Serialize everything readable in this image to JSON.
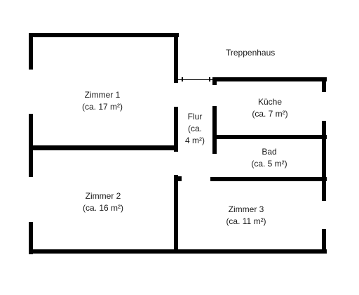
{
  "stairwell": {
    "label": "Treppenhaus"
  },
  "rooms": {
    "zimmer1": {
      "name": "Zimmer 1",
      "area": "(ca. 17 m²)"
    },
    "flur": {
      "name": "Flur",
      "area_line1": "(ca.",
      "area_line2": "4 m²)"
    },
    "kueche": {
      "name": "Küche",
      "area": "(ca. 7 m²)"
    },
    "bad": {
      "name": "Bad",
      "area": "(ca. 5 m²)"
    },
    "zimmer2": {
      "name": "Zimmer 2",
      "area": "(ca. 16 m²)"
    },
    "zimmer3": {
      "name": "Zimmer 3",
      "area": "(ca. 11 m²)"
    }
  }
}
